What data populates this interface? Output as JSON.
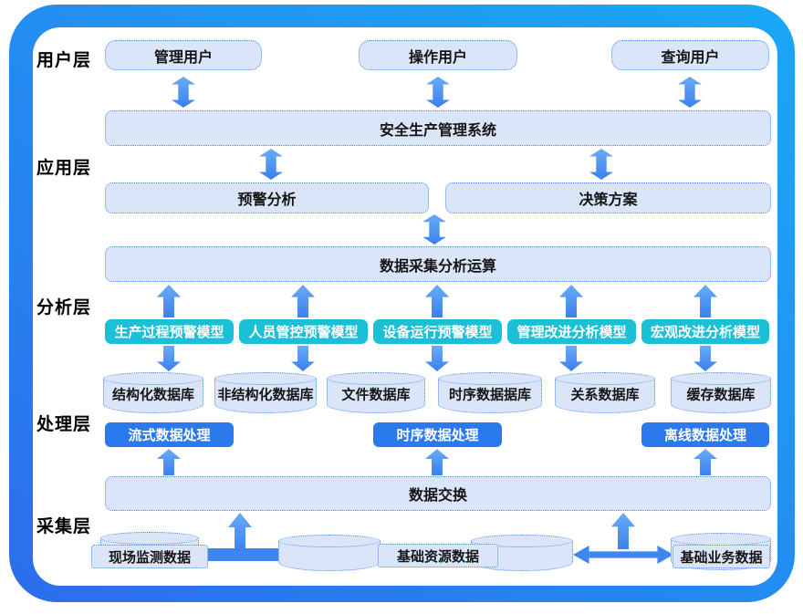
{
  "layers": {
    "user": "用户层",
    "app": "应用层",
    "analysis": "分析层",
    "process": "处理层",
    "collect": "采集层"
  },
  "user_layer": {
    "boxes": [
      "管理用户",
      "操作用户",
      "查询用户"
    ]
  },
  "app_layer": {
    "system": "安全生产管理系统",
    "warning": "预警分析",
    "decision": "决策方案"
  },
  "analysis_layer": {
    "compute": "数据采集分析运算",
    "models": [
      "生产过程预警模型",
      "人员管控预警模型",
      "设备运行预警模型",
      "管理改进分析模型",
      "宏观改进分析模型"
    ]
  },
  "process_layer": {
    "databases": [
      "结构化数据库",
      "非结构化数据库",
      "文件数据库",
      "时序数据据库",
      "关系数据库",
      "缓存数据库"
    ],
    "processors": [
      "流式数据处理",
      "时序数据处理",
      "离线数据处理"
    ]
  },
  "collect_layer": {
    "exchange": "数据交换",
    "sources": [
      "现场监测数据",
      "基础资源数据",
      "基础业务数据"
    ]
  },
  "colors": {
    "frame_top": "#1aa7f6",
    "frame_bottom": "#2d6deb",
    "box_fill": "#dbe5fa",
    "box_border": "#4a8cf0",
    "model_teal": "#1cc0d6",
    "process_blue": "#2a79ed",
    "arrow_blue": "#4588f0"
  }
}
